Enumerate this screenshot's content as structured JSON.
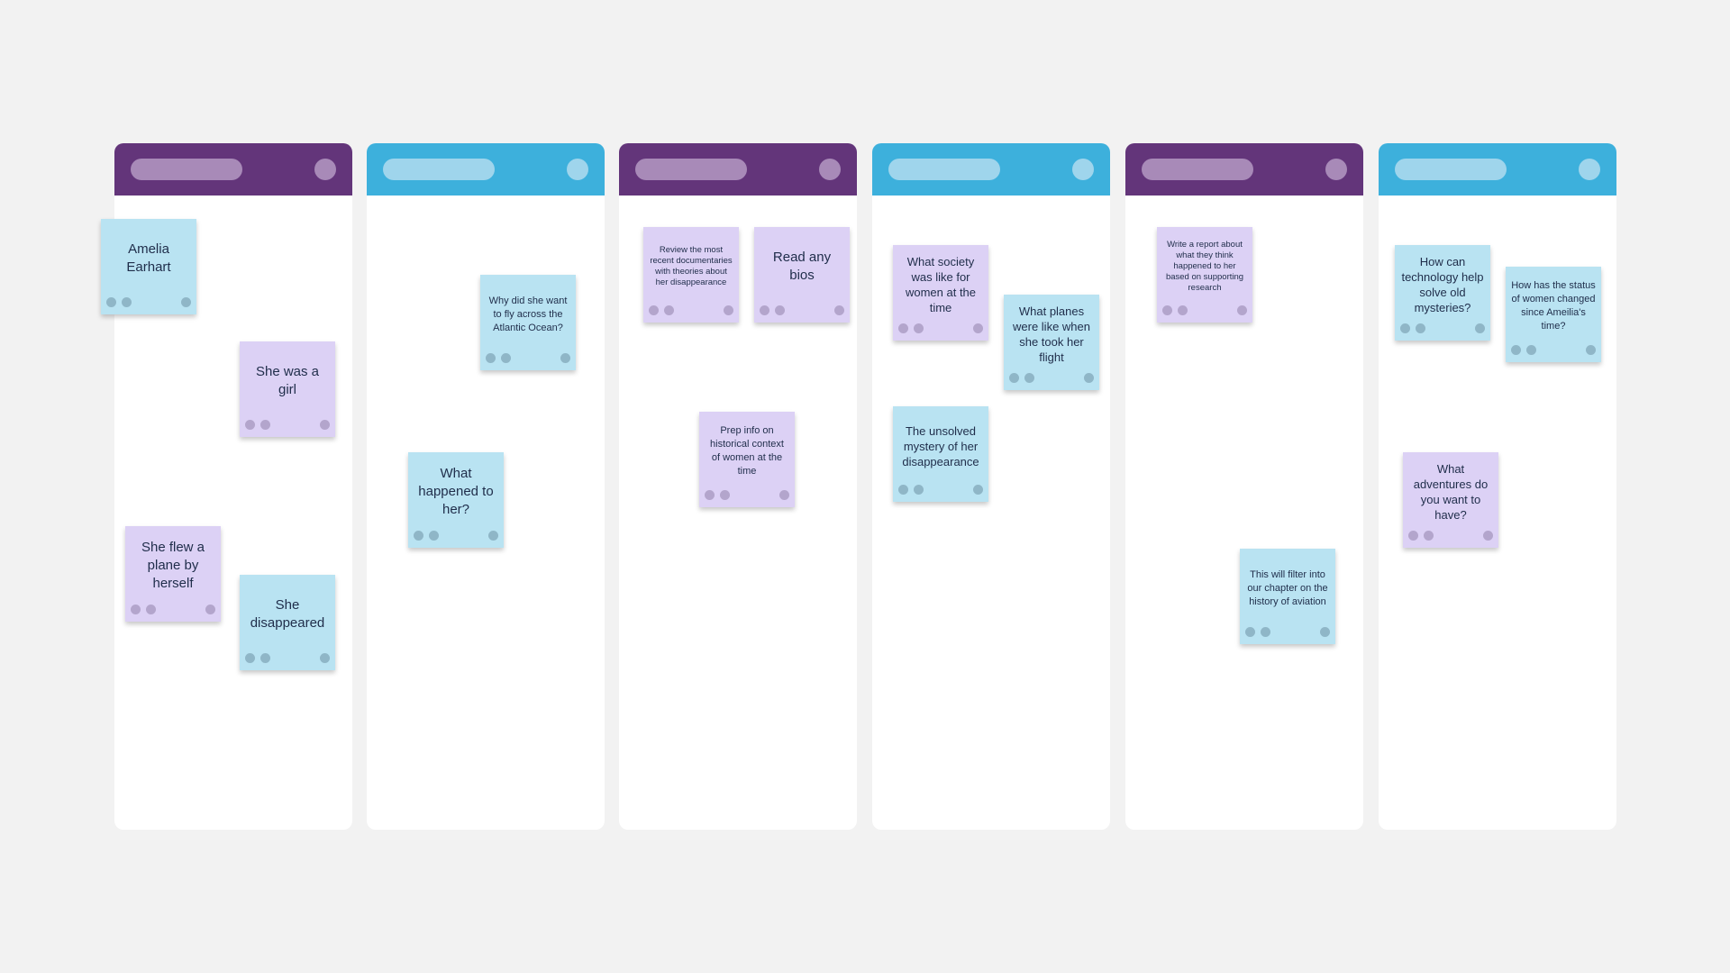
{
  "board": {
    "columns": [
      {
        "id": "col-1",
        "header_color": "purple",
        "notes": [
          {
            "text": "Amelia Earhart",
            "color": "blue",
            "size": "l"
          },
          {
            "text": "She was a girl",
            "color": "purple",
            "size": "l"
          },
          {
            "text": "She flew a plane by herself",
            "color": "purple",
            "size": "l"
          },
          {
            "text": "She disappeared",
            "color": "blue",
            "size": "l"
          }
        ]
      },
      {
        "id": "col-2",
        "header_color": "blue",
        "notes": [
          {
            "text": "Why did she want to fly across the Atlantic Ocean?",
            "color": "blue",
            "size": "s"
          },
          {
            "text": "What happened to her?",
            "color": "blue",
            "size": "l"
          }
        ]
      },
      {
        "id": "col-3",
        "header_color": "purple",
        "notes": [
          {
            "text": "Review the most recent documentaries with theories about her disappearance",
            "color": "purple",
            "size": "xs"
          },
          {
            "text": "Read any bios",
            "color": "purple",
            "size": "l"
          },
          {
            "text": "Prep info on historical context of women at the time",
            "color": "purple",
            "size": "s"
          }
        ]
      },
      {
        "id": "col-4",
        "header_color": "blue",
        "notes": [
          {
            "text": "What society was like for women at the time",
            "color": "purple",
            "size": "m"
          },
          {
            "text": "What planes were like when she took her flight",
            "color": "blue",
            "size": "m"
          },
          {
            "text": "The unsolved mystery of her disappearance",
            "color": "blue",
            "size": "m"
          }
        ]
      },
      {
        "id": "col-5",
        "header_color": "purple",
        "notes": [
          {
            "text": "Write a report about what they think happened to her based on supporting research",
            "color": "purple",
            "size": "xs"
          },
          {
            "text": "This will filter into our chapter on the history of aviation",
            "color": "blue",
            "size": "s"
          }
        ]
      },
      {
        "id": "col-6",
        "header_color": "blue",
        "notes": [
          {
            "text": "How can technology help solve old mysteries?",
            "color": "blue",
            "size": "m"
          },
          {
            "text": "How has the status of women changed since Ameilia's time?",
            "color": "blue",
            "size": "s"
          },
          {
            "text": "What adventures do you want to have?",
            "color": "purple",
            "size": "m"
          }
        ]
      }
    ]
  },
  "colors": {
    "header_purple": "#63357a",
    "header_blue": "#3db0dc",
    "note_blue": "#b9e3f2",
    "note_purple": "#dcd1f5",
    "background": "#f2f2f2"
  }
}
